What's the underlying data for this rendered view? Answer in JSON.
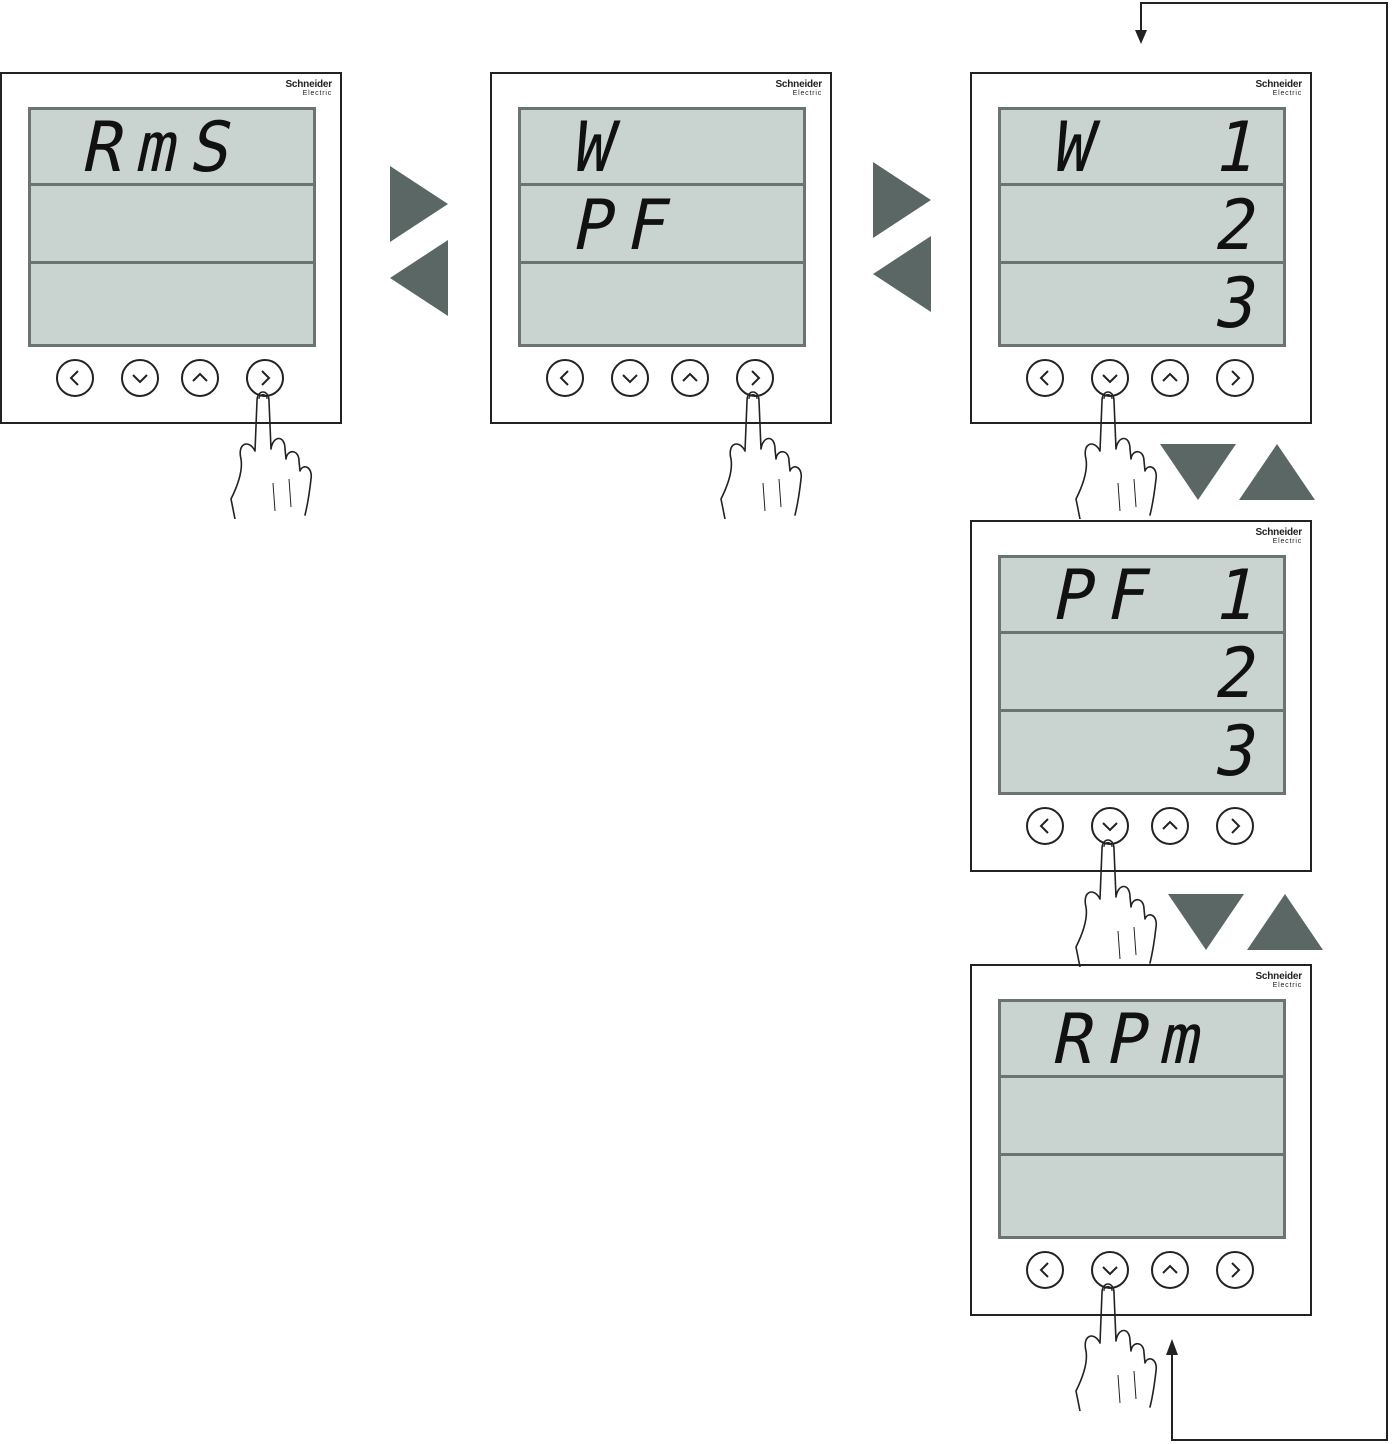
{
  "brand": {
    "line1": "Schneider",
    "line2": "Electric"
  },
  "screens": [
    {
      "id": "rms",
      "rows": [
        {
          "left": "RmS",
          "right": ""
        },
        {
          "left": "",
          "right": ""
        },
        {
          "left": "",
          "right": ""
        }
      ],
      "pressed": "right"
    },
    {
      "id": "w-pf",
      "rows": [
        {
          "left": "W",
          "right": ""
        },
        {
          "left": "PF",
          "right": ""
        },
        {
          "left": "",
          "right": ""
        }
      ],
      "pressed": "right"
    },
    {
      "id": "w-123",
      "rows": [
        {
          "left": "W",
          "right": "1"
        },
        {
          "left": "",
          "right": "2"
        },
        {
          "left": "",
          "right": "3"
        }
      ],
      "pressed": "down"
    },
    {
      "id": "pf-123",
      "rows": [
        {
          "left": "PF",
          "right": "1"
        },
        {
          "left": "",
          "right": "2"
        },
        {
          "left": "",
          "right": "3"
        }
      ],
      "pressed": "down"
    },
    {
      "id": "rpm",
      "rows": [
        {
          "left": "RPm",
          "right": ""
        },
        {
          "left": "",
          "right": ""
        },
        {
          "left": "",
          "right": ""
        }
      ],
      "pressed": "down"
    }
  ],
  "colors": {
    "lcd": "#c9d3d0",
    "lcd_border": "#6c7472",
    "arrow": "#5b6765"
  },
  "icons": [
    "chevron-left-icon",
    "chevron-down-icon",
    "chevron-up-icon",
    "chevron-right-icon",
    "pointing-hand-icon",
    "nav-triangle-icon"
  ]
}
